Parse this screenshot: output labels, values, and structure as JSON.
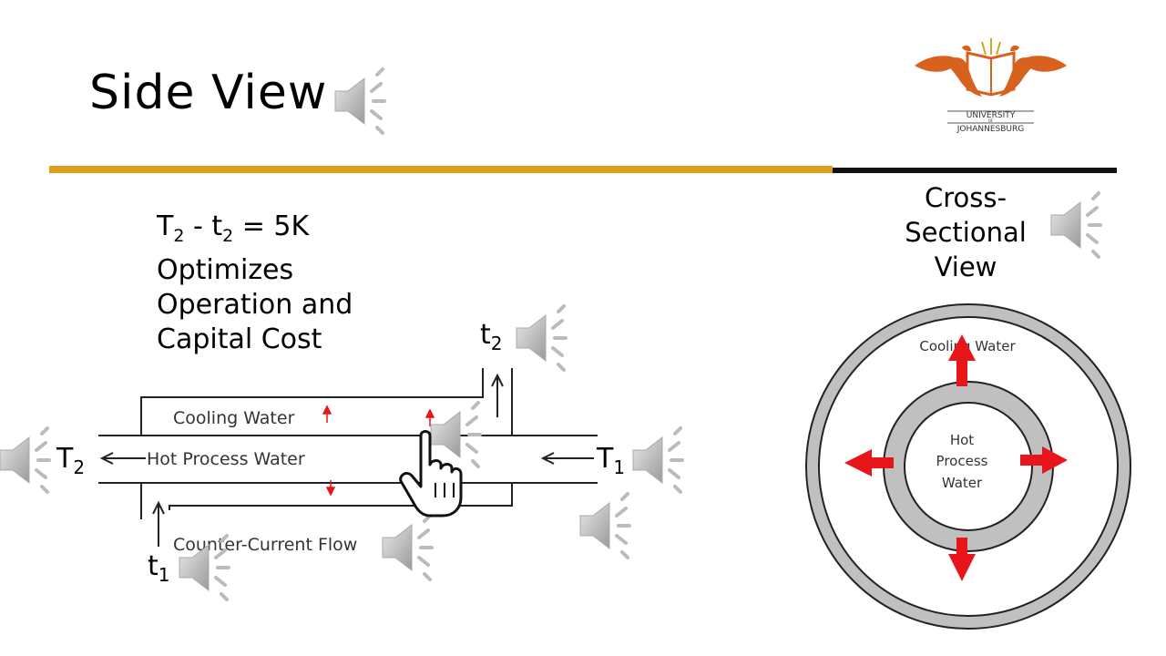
{
  "slide": {
    "title": "Side View",
    "note_line1_T": "T",
    "note_line1_sub1": "2",
    "note_line1_mid": " - t",
    "note_line1_sub2": "2",
    "note_line1_end": " = 5K",
    "note_lines": [
      "Optimizes",
      "Operation and",
      "Capital Cost"
    ],
    "cross_section_title": [
      "Cross-",
      "Sectional",
      "View"
    ],
    "colors": {
      "gold": "#d9a020",
      "arrow_red": "#e8151b",
      "ring_gray": "#c0c0c0"
    }
  },
  "logo": {
    "line1": "UNIVERSITY",
    "line2": "OF",
    "line3": "JOHANNESBURG"
  },
  "side_view": {
    "cooling_water": "Cooling Water",
    "hot_process_water": "Hot Process Water",
    "counter_current": "Counter-Current Flow",
    "T2": {
      "base": "T",
      "sub": "2"
    },
    "T1": {
      "base": "T",
      "sub": "1"
    },
    "t2": {
      "base": "t",
      "sub": "2"
    },
    "t1": {
      "base": "t",
      "sub": "1"
    }
  },
  "cross_view": {
    "cooling_water": "Cooling Water",
    "hot_lines": [
      "Hot",
      "Process",
      "Water"
    ]
  },
  "icons": [
    "speaker-icon",
    "hand-pointer-icon",
    "red-arrow-icon"
  ]
}
